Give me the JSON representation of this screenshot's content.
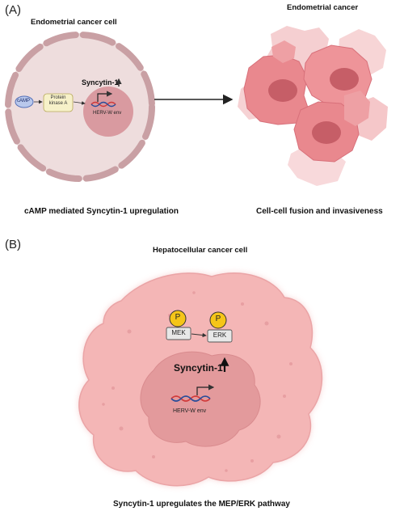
{
  "panel_a": {
    "label": "(A)",
    "cell_title": "Endometrial cancer cell",
    "tumor_title": "Endometrial cancer",
    "camp_label": "cAMP",
    "pka_label_line1": "Protein",
    "pka_label_line2": "kinase A",
    "syncytin_label": "Syncytin-1",
    "herv_label": "HERV-W env",
    "caption_left": "cAMP mediated Syncytin-1 upregulation",
    "caption_right": "Cell-cell fusion and invasiveness"
  },
  "panel_b": {
    "label": "(B)",
    "cell_title": "Hepatocellular cancer cell",
    "p_label_1": "P",
    "p_label_2": "P",
    "mek_label": "MEK",
    "erk_label": "ERK",
    "syncytin_label": "Syncytin-1",
    "herv_label": "HERV-W env",
    "caption": "Syncytin-1 upregulates the MEP/ERK pathway"
  },
  "colors": {
    "cell_fill": "#eedddd",
    "cell_ring": "#c9a0a4",
    "nucleus": "#d99aa0",
    "tumor_cell": "#e9888e",
    "tumor_nucleus": "#c65e67",
    "hcc_cell": "#f4b6b6",
    "hcc_nucleus": "#e39a9c",
    "phospho": "#f5c518"
  }
}
